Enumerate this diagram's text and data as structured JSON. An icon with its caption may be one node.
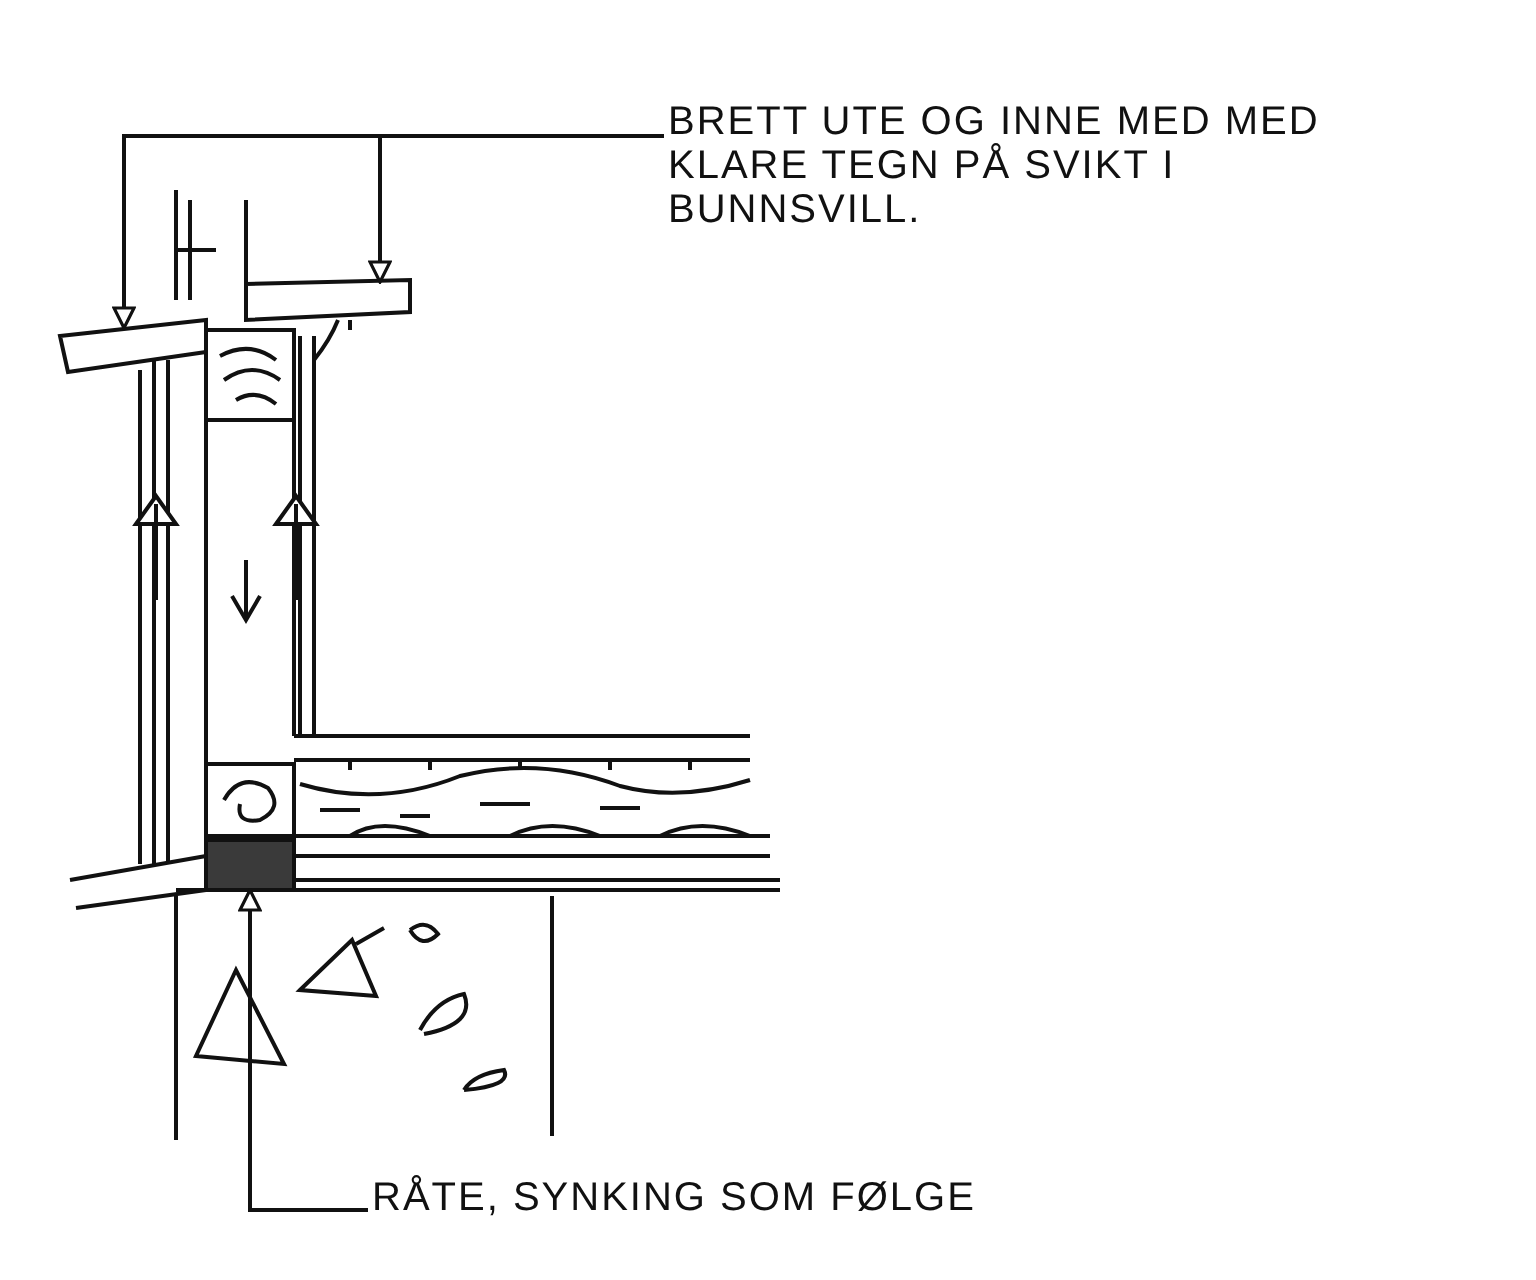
{
  "diagram": {
    "nodes": [
      {
        "text": [
          "BRETT UTE OG INNE MED MED KLARE TEGN PÅ SVIKT I BUNNSVILL."
        ]
      },
      {
        "text": [],
        "shape": "bar"
      },
      {
        "text": [],
        "shape": "bar"
      },
      {
        "text": [
          "RÅTE, SYNKING SOM FØLGE"
        ]
      },
      {
        "text": [],
        "shape": "box"
      }
    ],
    "edges": [
      {
        "from": 0,
        "to": 1,
        "arrow": "to"
      },
      {
        "from": 0,
        "to": 2,
        "arrow": "to"
      },
      {
        "from": 3,
        "to": 4,
        "arrow": "to"
      }
    ]
  }
}
